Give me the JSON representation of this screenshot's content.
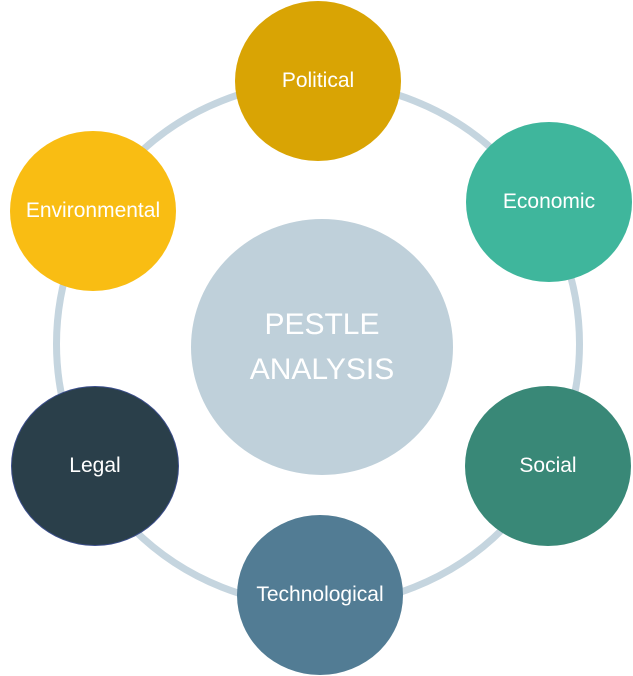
{
  "diagram": {
    "center": {
      "label": "PESTLE\nANALYSIS",
      "color": "#bfd0da"
    },
    "ring_color": "#c5d5df",
    "nodes": [
      {
        "label": "Political",
        "color": "#d9a404"
      },
      {
        "label": "Economic",
        "color": "#3fb69c"
      },
      {
        "label": "Social",
        "color": "#398877"
      },
      {
        "label": "Technological",
        "color": "#527c94"
      },
      {
        "label": "Legal",
        "color": "#2a3f4a"
      },
      {
        "label": "Environmental",
        "color": "#f9bd13"
      }
    ]
  }
}
